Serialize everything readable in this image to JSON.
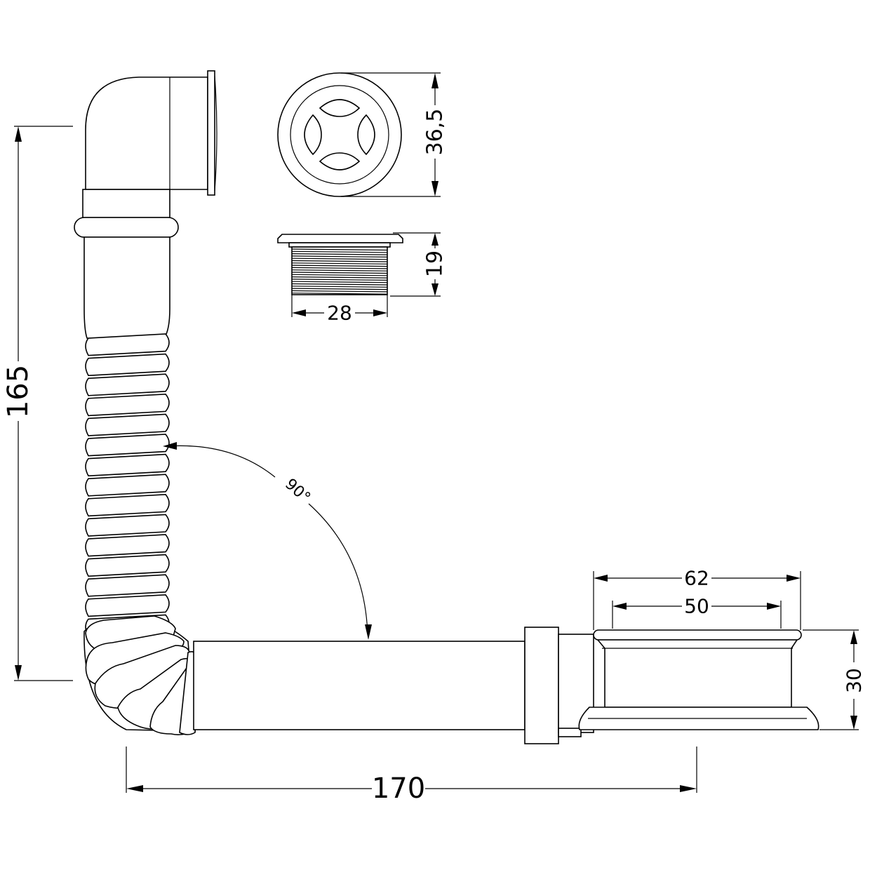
{
  "dimensions": {
    "height_overall": "165",
    "length_overall": "170",
    "grate_diameter": "36,5",
    "plug_height": "19",
    "plug_thread_width": "28",
    "outlet_outer_diameter": "62",
    "outlet_inner_diameter": "50",
    "outlet_height": "30",
    "bend_angle": "90°"
  },
  "colors": {
    "line": "#000000",
    "background": "#ffffff"
  }
}
